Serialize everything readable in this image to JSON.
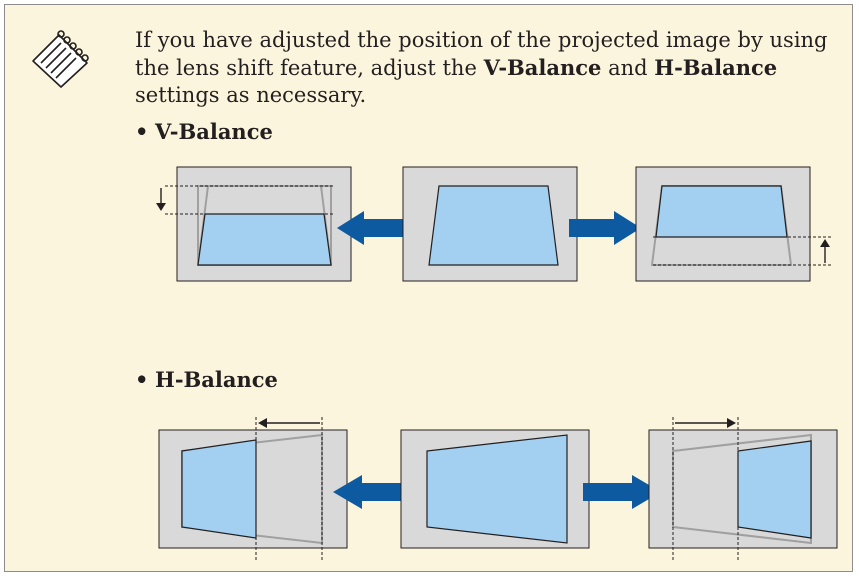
{
  "note": {
    "icon": "note-icon",
    "text_before": "If you have adjusted the position of the projected image by using the lens shift feature, adjust the ",
    "term_v": "V-Balance",
    "text_and": " and ",
    "term_h": "H-Balance",
    "text_after": " settings as necessary."
  },
  "sections": {
    "v_balance": {
      "bullet": "•",
      "label": "V-Balance"
    },
    "h_balance": {
      "bullet": "•",
      "label": "H-Balance"
    }
  },
  "colors": {
    "background": "#fcf5dd",
    "frame_fill": "#d9d9d9",
    "image_fill": "#a3d0f0",
    "arrow": "#0e5aa0",
    "outline_grey": "#a0a0a0"
  },
  "icons": {
    "left_arrow": "arrow-left-icon",
    "right_arrow": "arrow-right-icon",
    "down_arrow": "arrow-down-icon",
    "up_arrow": "arrow-up-icon"
  }
}
